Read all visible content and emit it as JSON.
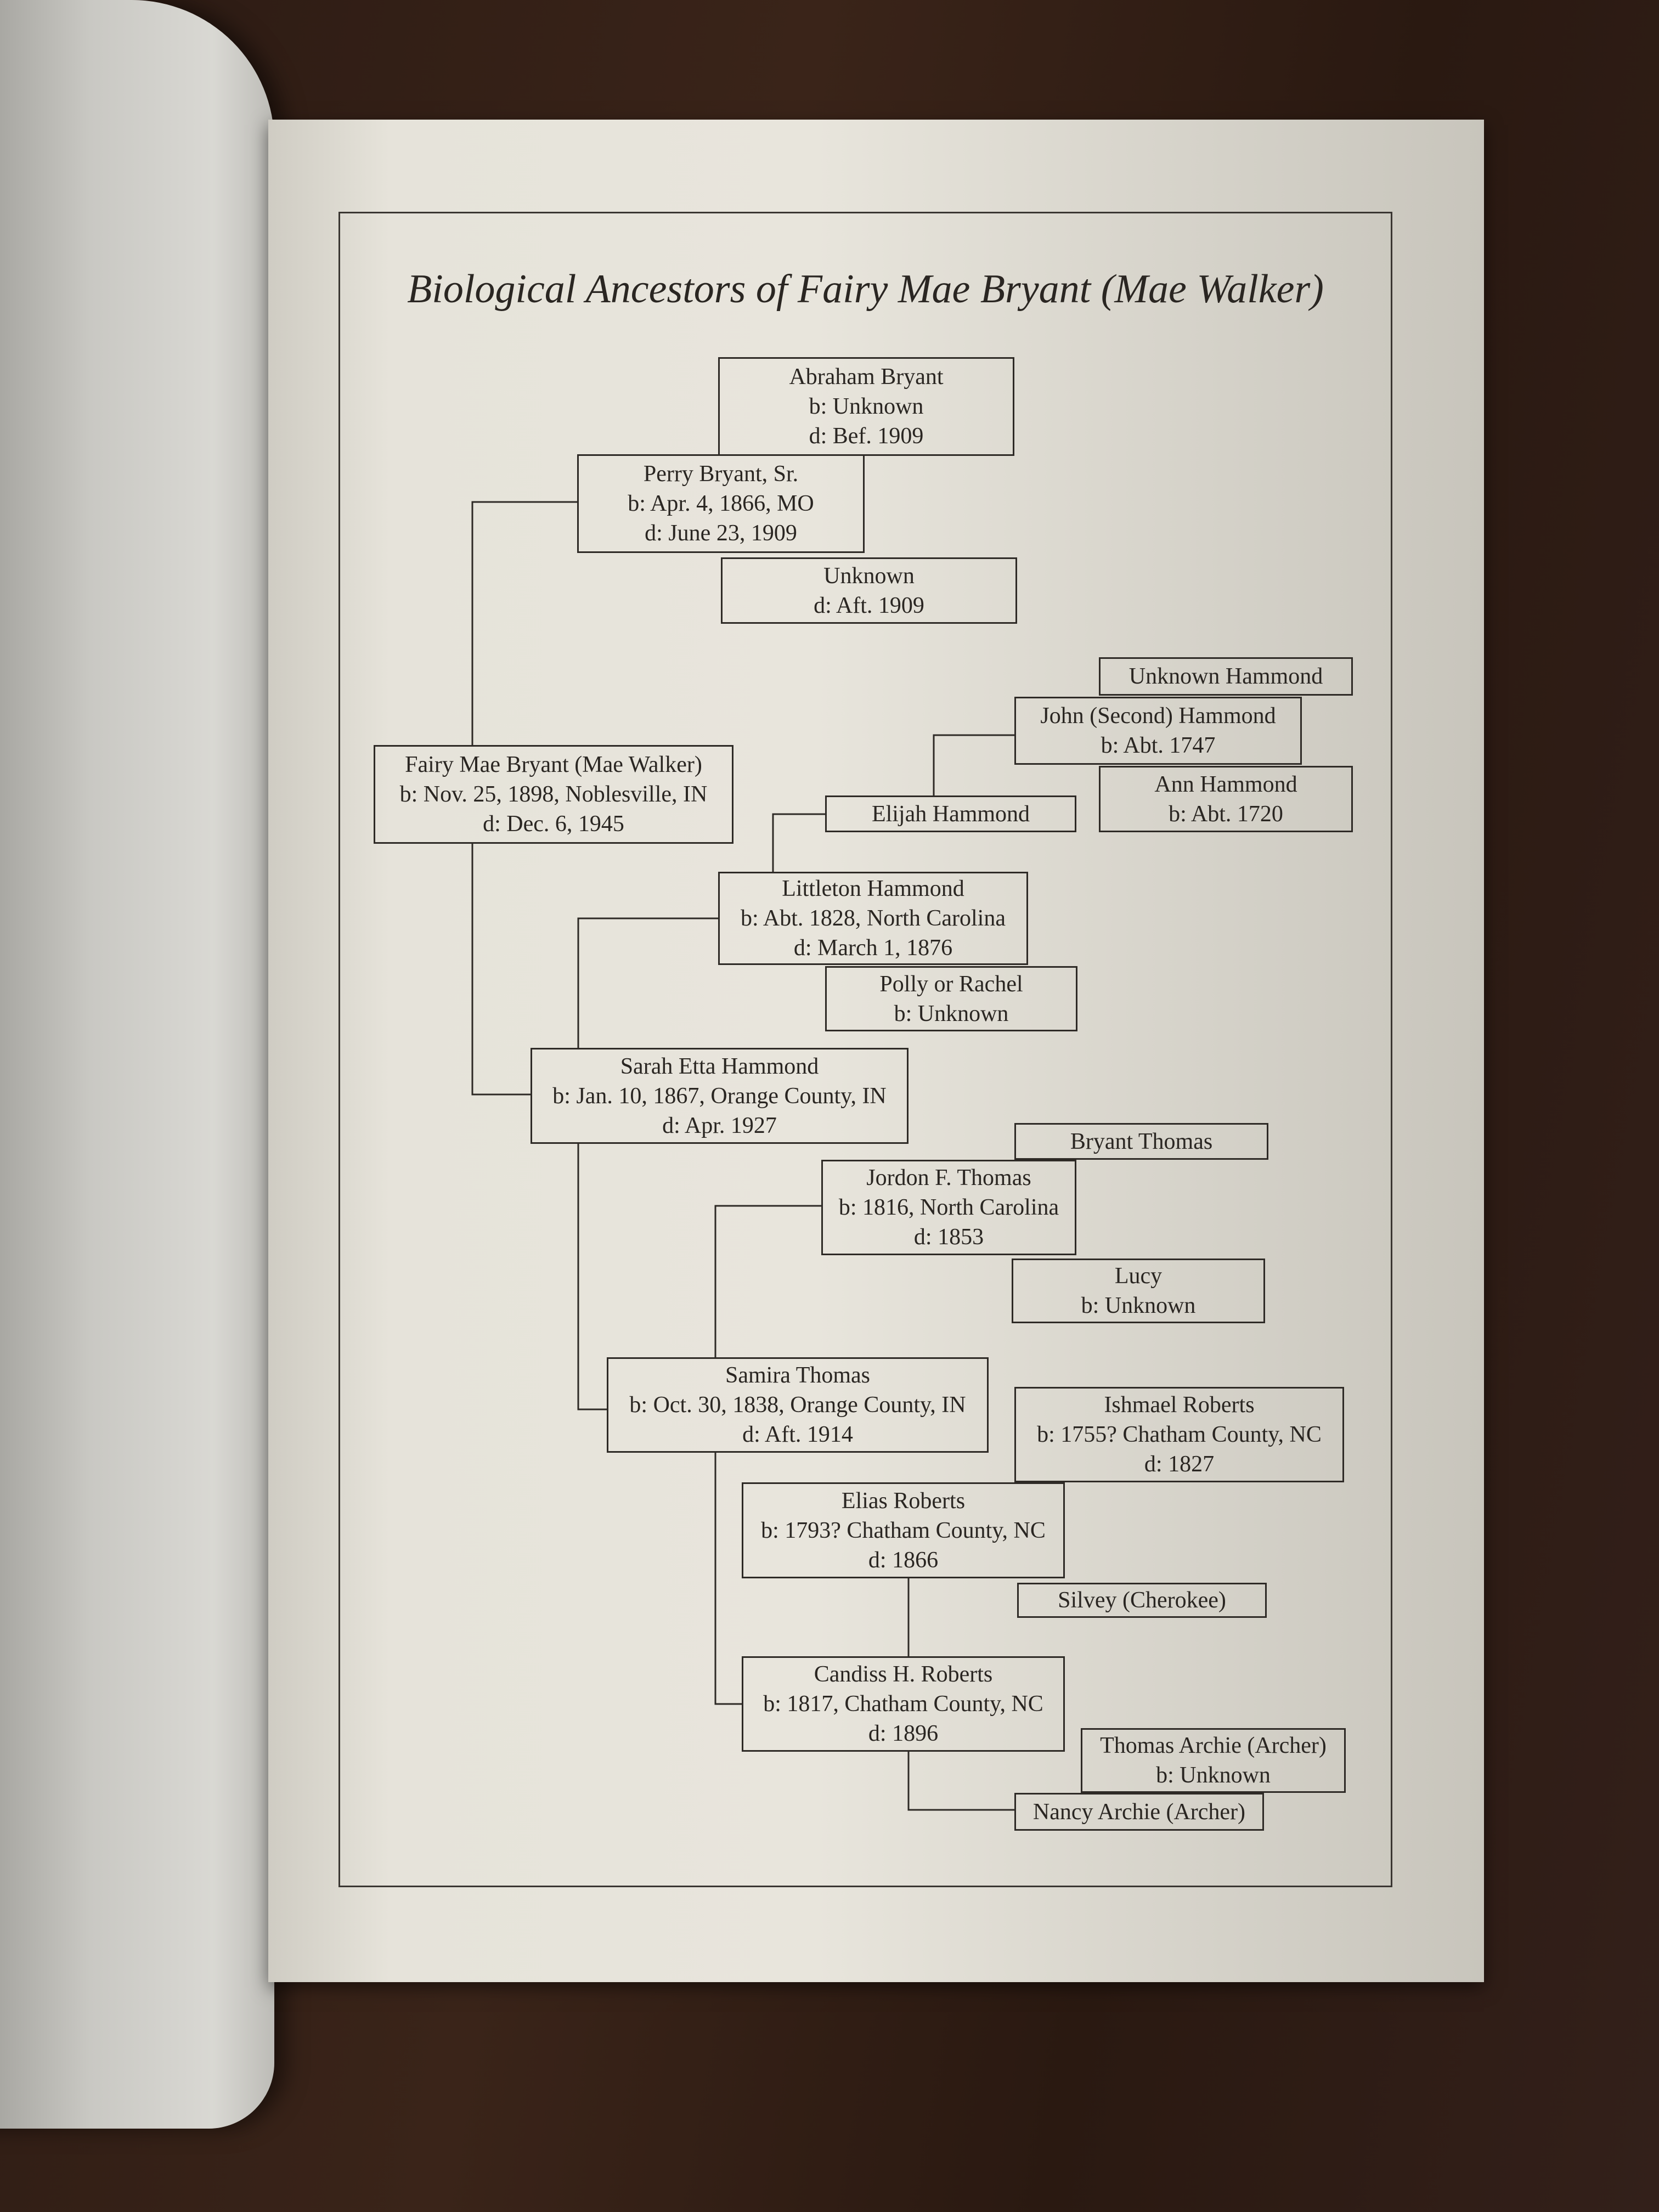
{
  "title": "Biological Ancestors of Fairy Mae Bryant (Mae Walker)",
  "people": [
    {
      "lines": [
        "Abraham Bryant",
        "b: Unknown",
        "d: Bef. 1909"
      ]
    },
    {
      "lines": [
        "Perry Bryant, Sr.",
        "b: Apr. 4, 1866, MO",
        "d: June 23, 1909"
      ]
    },
    {
      "lines": [
        "Unknown",
        "d: Aft. 1909"
      ]
    },
    {
      "lines": [
        "Unknown Hammond"
      ]
    },
    {
      "lines": [
        "John (Second) Hammond",
        "b: Abt. 1747"
      ]
    },
    {
      "lines": [
        "Ann Hammond",
        "b: Abt. 1720"
      ]
    },
    {
      "lines": [
        "Fairy Mae Bryant (Mae Walker)",
        "b: Nov. 25, 1898, Noblesville, IN",
        "d: Dec. 6, 1945"
      ]
    },
    {
      "lines": [
        "Elijah Hammond"
      ]
    },
    {
      "lines": [
        "Littleton Hammond",
        "b: Abt. 1828, North Carolina",
        "d: March 1, 1876"
      ]
    },
    {
      "lines": [
        "Polly or Rachel",
        "b: Unknown"
      ]
    },
    {
      "lines": [
        "Sarah Etta Hammond",
        "b: Jan. 10, 1867, Orange County, IN",
        "d: Apr. 1927"
      ]
    },
    {
      "lines": [
        "Bryant Thomas"
      ]
    },
    {
      "lines": [
        "Jordon F. Thomas",
        "b: 1816, North Carolina",
        "d: 1853"
      ]
    },
    {
      "lines": [
        "Lucy",
        "b: Unknown"
      ]
    },
    {
      "lines": [
        "Samira Thomas",
        "b: Oct. 30, 1838, Orange County, IN",
        "d: Aft. 1914"
      ]
    },
    {
      "lines": [
        "Ishmael Roberts",
        "b: 1755? Chatham County, NC",
        "d: 1827"
      ]
    },
    {
      "lines": [
        "Elias Roberts",
        "b: 1793? Chatham County, NC",
        "d: 1866"
      ]
    },
    {
      "lines": [
        "Silvey (Cherokee)"
      ]
    },
    {
      "lines": [
        "Candiss H. Roberts",
        "b: 1817, Chatham County, NC",
        "d: 1896"
      ]
    },
    {
      "lines": [
        "Thomas Archie (Archer)",
        "b: Unknown"
      ]
    },
    {
      "lines": [
        "Nancy Archie (Archer)"
      ]
    }
  ]
}
